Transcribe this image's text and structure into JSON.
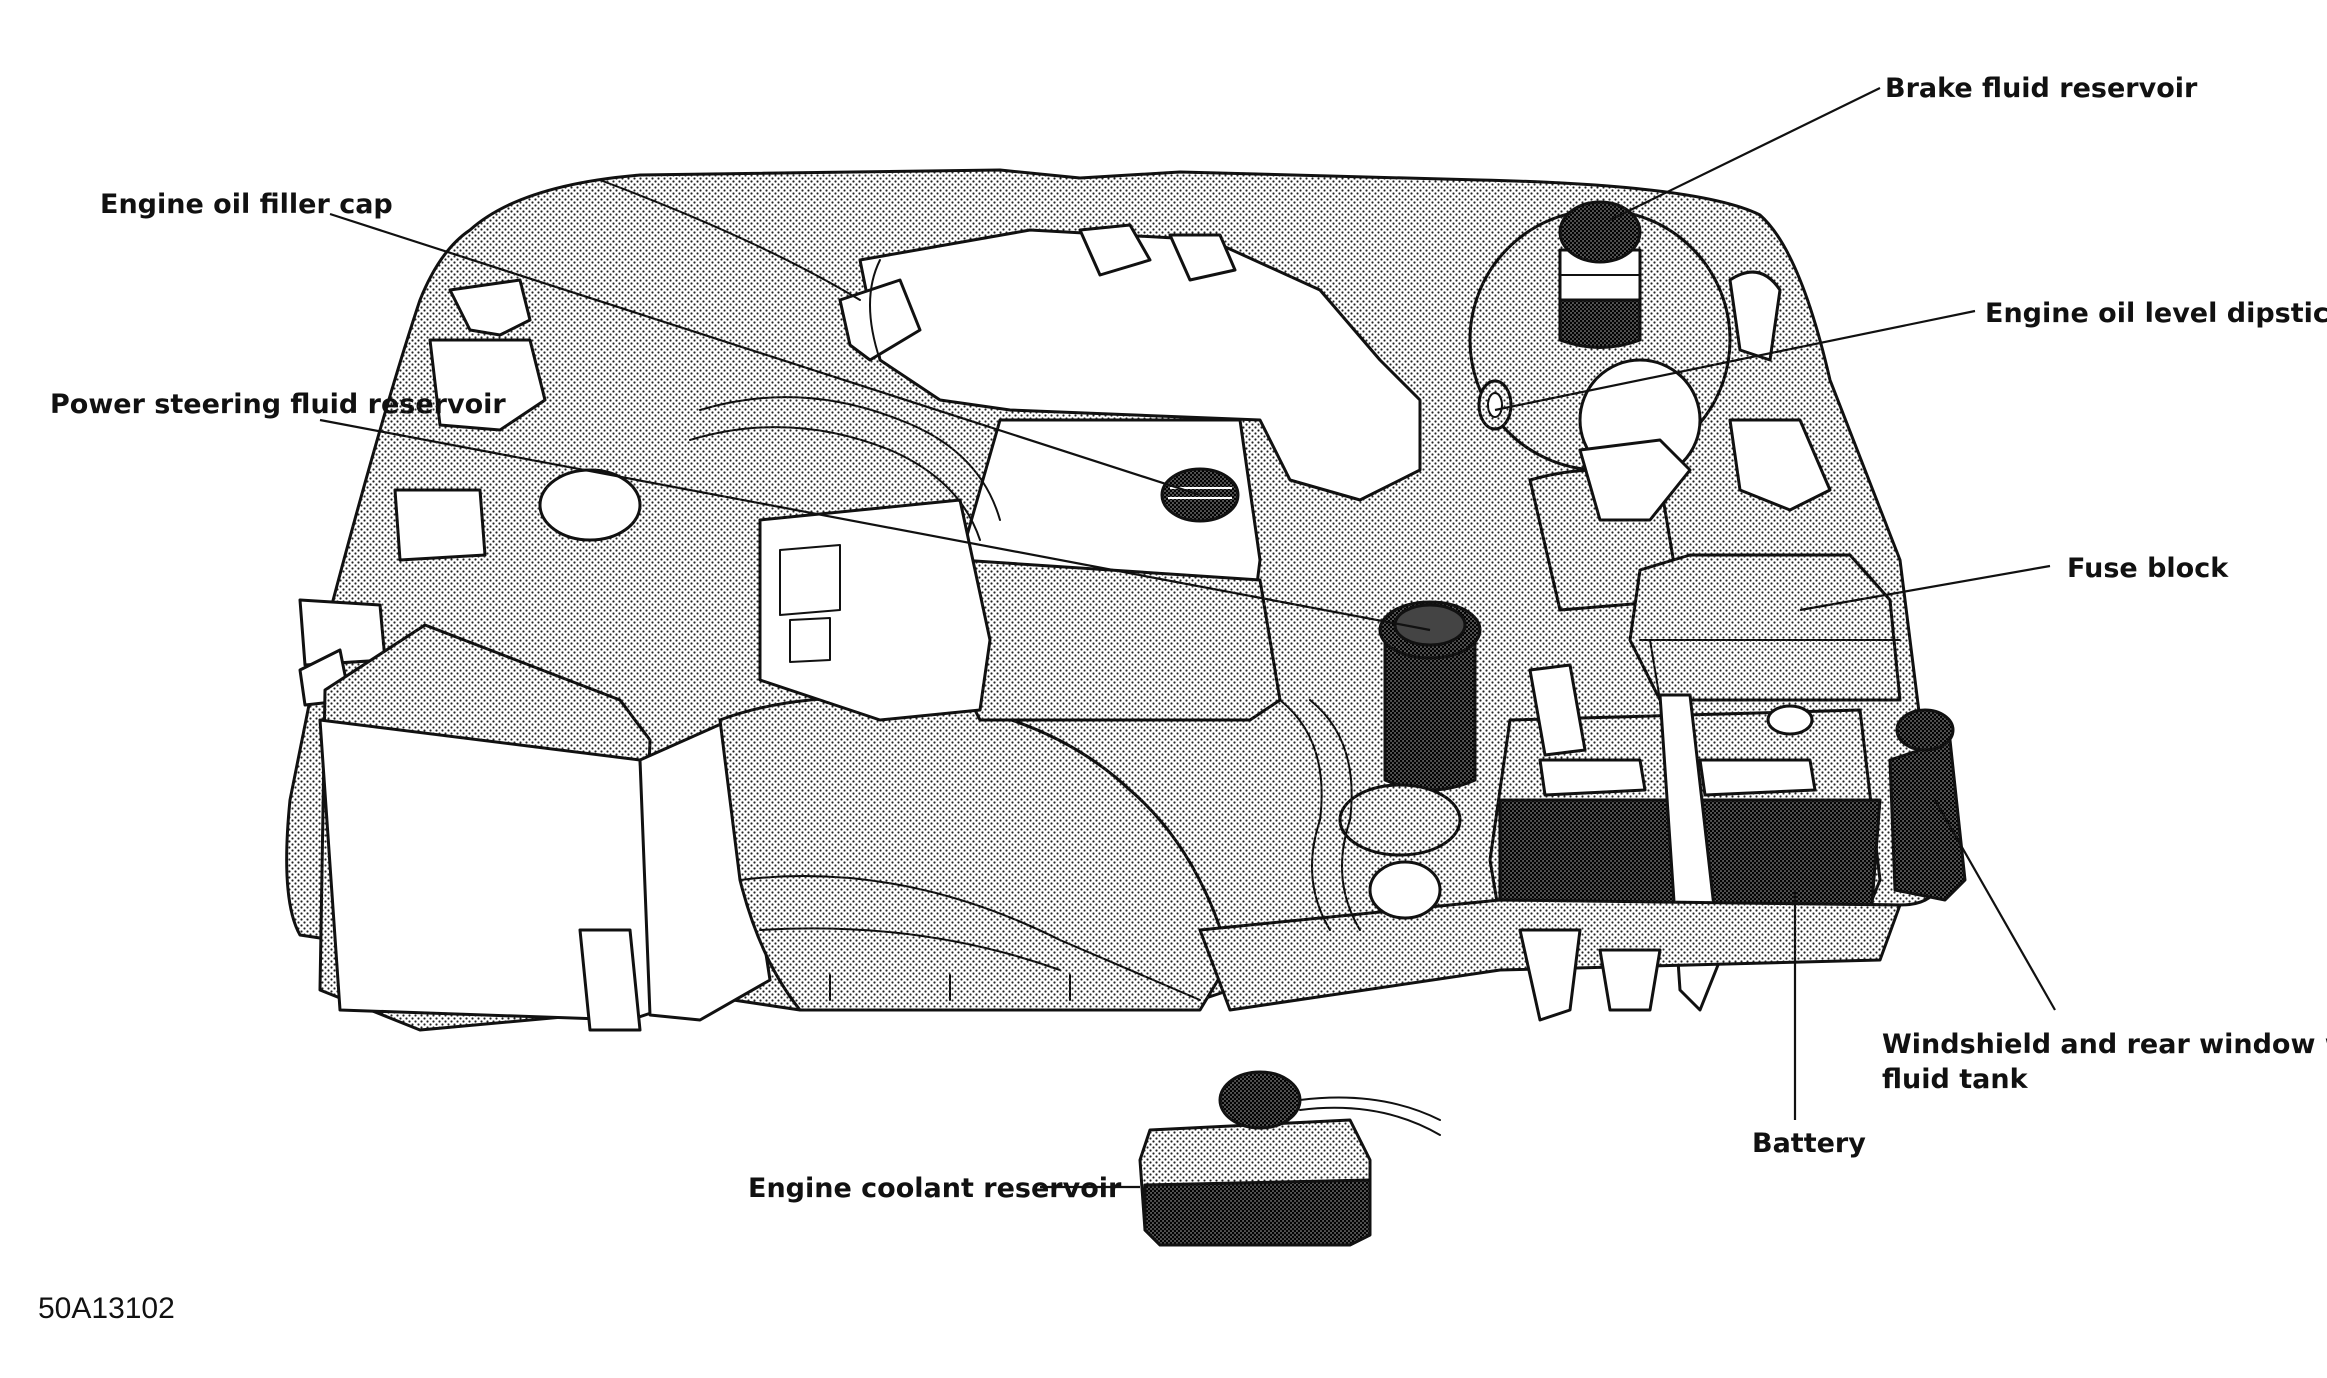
{
  "diagram": {
    "labels": {
      "brake_fluid_reservoir": "Brake fluid reservoir",
      "engine_oil_filler_cap": "Engine oil filler cap",
      "engine_oil_level_dipstick": "Engine oil level dipstick",
      "power_steering_fluid_reservoir": "Power steering fluid reservoir",
      "fuse_block": "Fuse block",
      "washer_tank_line1": "Windshield and rear window washer",
      "washer_tank_line2": "fluid tank",
      "battery": "Battery",
      "engine_coolant_reservoir": "Engine coolant reservoir"
    },
    "reference_code": "50A13102"
  },
  "colors": {
    "ink": "#111111",
    "background": "#ffffff"
  }
}
